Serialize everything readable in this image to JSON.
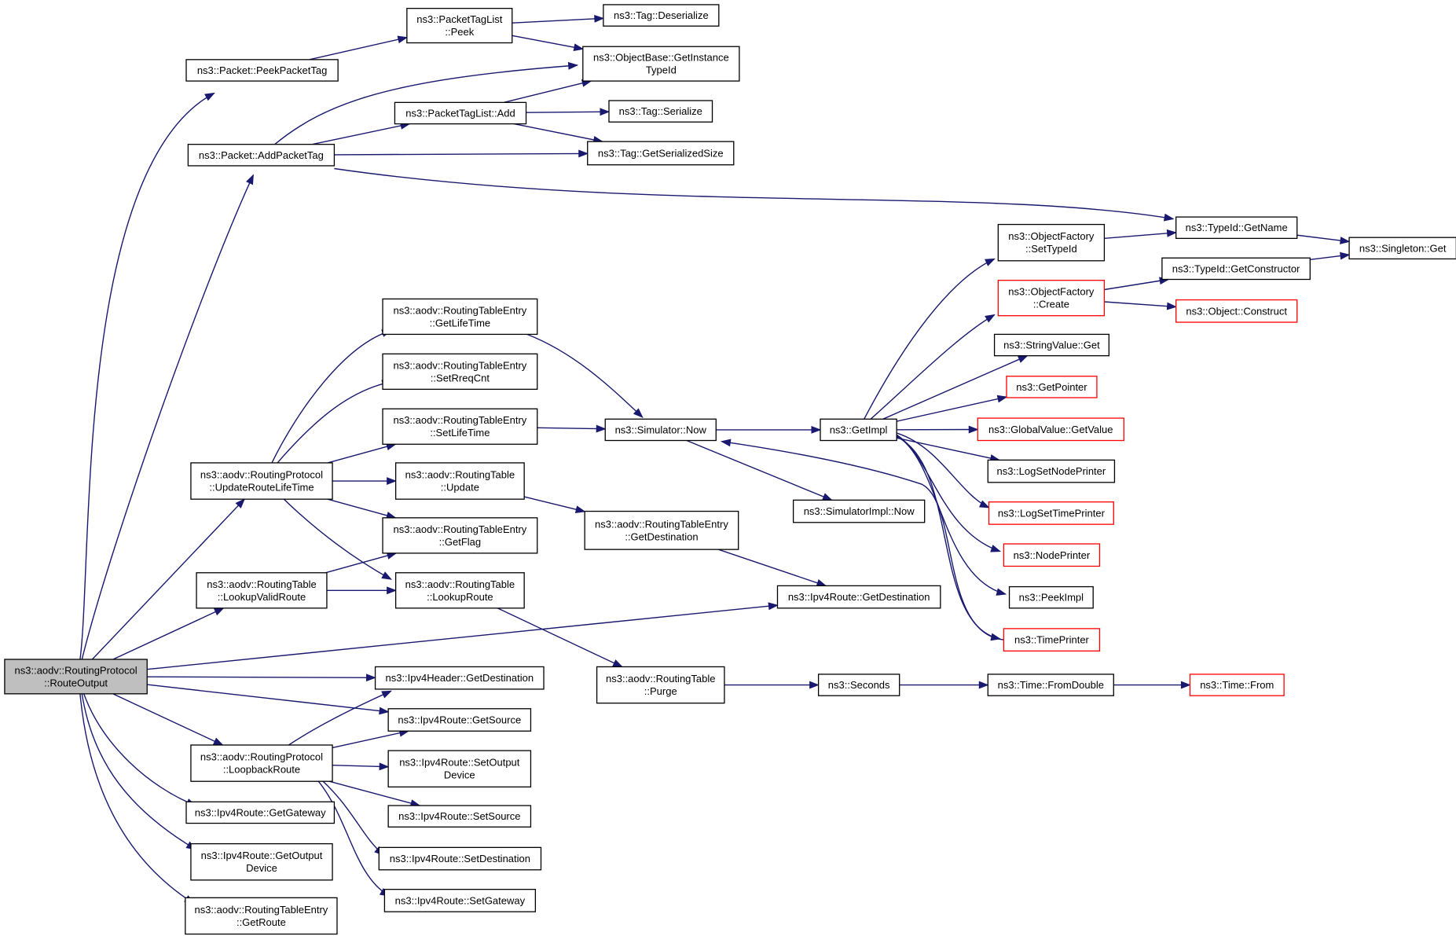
{
  "nodes": [
    {
      "id": "route_output",
      "lines": [
        "ns3::aodv::RoutingProtocol",
        "::RouteOutput"
      ],
      "root": true
    },
    {
      "id": "peek_packet_tag",
      "lines": [
        "ns3::Packet::PeekPacketTag"
      ]
    },
    {
      "id": "add_packet_tag",
      "lines": [
        "ns3::Packet::AddPacketTag"
      ]
    },
    {
      "id": "ptl_peek",
      "lines": [
        "ns3::PacketTagList",
        "::Peek"
      ]
    },
    {
      "id": "tag_deserialize",
      "lines": [
        "ns3::Tag::Deserialize"
      ]
    },
    {
      "id": "get_instance_typeid",
      "lines": [
        "ns3::ObjectBase::GetInstance",
        "TypeId"
      ]
    },
    {
      "id": "ptl_add",
      "lines": [
        "ns3::PacketTagList::Add"
      ]
    },
    {
      "id": "tag_serialize",
      "lines": [
        "ns3::Tag::Serialize"
      ]
    },
    {
      "id": "tag_get_serialized_size",
      "lines": [
        "ns3::Tag::GetSerializedSize"
      ]
    },
    {
      "id": "typeid_get_name",
      "lines": [
        "ns3::TypeId::GetName"
      ]
    },
    {
      "id": "singleton_get",
      "lines": [
        "ns3::Singleton::Get"
      ]
    },
    {
      "id": "of_set_typeid",
      "lines": [
        "ns3::ObjectFactory",
        "::SetTypeId"
      ]
    },
    {
      "id": "of_create",
      "lines": [
        "ns3::ObjectFactory",
        "::Create"
      ],
      "red": true
    },
    {
      "id": "typeid_get_constructor",
      "lines": [
        "ns3::TypeId::GetConstructor"
      ]
    },
    {
      "id": "object_construct",
      "lines": [
        "ns3::Object::Construct"
      ],
      "red": true
    },
    {
      "id": "stringvalue_get",
      "lines": [
        "ns3::StringValue::Get"
      ]
    },
    {
      "id": "get_pointer",
      "lines": [
        "ns3::GetPointer"
      ],
      "red": true
    },
    {
      "id": "globalvalue_getvalue",
      "lines": [
        "ns3::GlobalValue::GetValue"
      ],
      "red": true
    },
    {
      "id": "log_set_node_printer",
      "lines": [
        "ns3::LogSetNodePrinter"
      ]
    },
    {
      "id": "log_set_time_printer",
      "lines": [
        "ns3::LogSetTimePrinter"
      ],
      "red": true
    },
    {
      "id": "node_printer",
      "lines": [
        "ns3::NodePrinter"
      ],
      "red": true
    },
    {
      "id": "peek_impl",
      "lines": [
        "ns3::PeekImpl"
      ]
    },
    {
      "id": "time_printer",
      "lines": [
        "ns3::TimePrinter"
      ],
      "red": true
    },
    {
      "id": "get_impl",
      "lines": [
        "ns3::GetImpl"
      ]
    },
    {
      "id": "simulator_now",
      "lines": [
        "ns3::Simulator::Now"
      ]
    },
    {
      "id": "simulatorimpl_now",
      "lines": [
        "ns3::SimulatorImpl::Now"
      ]
    },
    {
      "id": "rte_get_lifetime",
      "lines": [
        "ns3::aodv::RoutingTableEntry",
        "::GetLifeTime"
      ]
    },
    {
      "id": "rte_set_rreqcnt",
      "lines": [
        "ns3::aodv::RoutingTableEntry",
        "::SetRreqCnt"
      ]
    },
    {
      "id": "rte_set_lifetime",
      "lines": [
        "ns3::aodv::RoutingTableEntry",
        "::SetLifeTime"
      ]
    },
    {
      "id": "rt_update",
      "lines": [
        "ns3::aodv::RoutingTable",
        "::Update"
      ]
    },
    {
      "id": "rte_get_flag",
      "lines": [
        "ns3::aodv::RoutingTableEntry",
        "::GetFlag"
      ]
    },
    {
      "id": "rt_lookup_route",
      "lines": [
        "ns3::aodv::RoutingTable",
        "::LookupRoute"
      ]
    },
    {
      "id": "rp_update_route_lifetime",
      "lines": [
        "ns3::aodv::RoutingProtocol",
        "::UpdateRouteLifeTime"
      ]
    },
    {
      "id": "rt_lookup_valid_route",
      "lines": [
        "ns3::aodv::RoutingTable",
        "::LookupValidRoute"
      ]
    },
    {
      "id": "rte_get_destination",
      "lines": [
        "ns3::aodv::RoutingTableEntry",
        "::GetDestination"
      ]
    },
    {
      "id": "ipv4route_get_destination",
      "lines": [
        "ns3::Ipv4Route::GetDestination"
      ]
    },
    {
      "id": "rt_purge",
      "lines": [
        "ns3::aodv::RoutingTable",
        "::Purge"
      ]
    },
    {
      "id": "seconds",
      "lines": [
        "ns3::Seconds"
      ]
    },
    {
      "id": "time_from_double",
      "lines": [
        "ns3::Time::FromDouble"
      ]
    },
    {
      "id": "time_from",
      "lines": [
        "ns3::Time::From"
      ],
      "red": true
    },
    {
      "id": "ipv4header_get_destination",
      "lines": [
        "ns3::Ipv4Header::GetDestination"
      ]
    },
    {
      "id": "ipv4route_get_source",
      "lines": [
        "ns3::Ipv4Route::GetSource"
      ]
    },
    {
      "id": "rp_loopback_route",
      "lines": [
        "ns3::aodv::RoutingProtocol",
        "::LoopbackRoute"
      ]
    },
    {
      "id": "ipv4route_set_output_device",
      "lines": [
        "ns3::Ipv4Route::SetOutput",
        "Device"
      ]
    },
    {
      "id": "ipv4route_set_source",
      "lines": [
        "ns3::Ipv4Route::SetSource"
      ]
    },
    {
      "id": "ipv4route_set_destination",
      "lines": [
        "ns3::Ipv4Route::SetDestination"
      ]
    },
    {
      "id": "ipv4route_set_gateway",
      "lines": [
        "ns3::Ipv4Route::SetGateway"
      ]
    },
    {
      "id": "ipv4route_get_gateway",
      "lines": [
        "ns3::Ipv4Route::GetGateway"
      ]
    },
    {
      "id": "ipv4route_get_output_device",
      "lines": [
        "ns3::Ipv4Route::GetOutput",
        "Device"
      ]
    },
    {
      "id": "rte_get_route",
      "lines": [
        "ns3::aodv::RoutingTableEntry",
        "::GetRoute"
      ]
    }
  ],
  "edges": [
    {
      "from": "route_output",
      "to": "peek_packet_tag"
    },
    {
      "from": "route_output",
      "to": "add_packet_tag"
    },
    {
      "from": "route_output",
      "to": "rp_update_route_lifetime"
    },
    {
      "from": "route_output",
      "to": "rt_lookup_valid_route"
    },
    {
      "from": "route_output",
      "to": "ipv4route_get_destination"
    },
    {
      "from": "route_output",
      "to": "ipv4header_get_destination"
    },
    {
      "from": "route_output",
      "to": "ipv4route_get_source"
    },
    {
      "from": "route_output",
      "to": "rp_loopback_route"
    },
    {
      "from": "route_output",
      "to": "ipv4route_get_gateway"
    },
    {
      "from": "route_output",
      "to": "ipv4route_get_output_device"
    },
    {
      "from": "route_output",
      "to": "rte_get_route"
    },
    {
      "from": "peek_packet_tag",
      "to": "ptl_peek"
    },
    {
      "from": "ptl_peek",
      "to": "tag_deserialize"
    },
    {
      "from": "ptl_peek",
      "to": "get_instance_typeid"
    },
    {
      "from": "add_packet_tag",
      "to": "get_instance_typeid"
    },
    {
      "from": "add_packet_tag",
      "to": "ptl_add"
    },
    {
      "from": "add_packet_tag",
      "to": "tag_get_serialized_size"
    },
    {
      "from": "add_packet_tag",
      "to": "typeid_get_name"
    },
    {
      "from": "ptl_add",
      "to": "get_instance_typeid"
    },
    {
      "from": "ptl_add",
      "to": "tag_serialize"
    },
    {
      "from": "ptl_add",
      "to": "tag_get_serialized_size"
    },
    {
      "from": "typeid_get_name",
      "to": "singleton_get"
    },
    {
      "from": "of_set_typeid",
      "to": "typeid_get_name"
    },
    {
      "from": "of_create",
      "to": "typeid_get_constructor"
    },
    {
      "from": "of_create",
      "to": "object_construct"
    },
    {
      "from": "typeid_get_constructor",
      "to": "singleton_get"
    },
    {
      "from": "rp_update_route_lifetime",
      "to": "rte_get_lifetime"
    },
    {
      "from": "rp_update_route_lifetime",
      "to": "rte_set_rreqcnt"
    },
    {
      "from": "rp_update_route_lifetime",
      "to": "rte_set_lifetime"
    },
    {
      "from": "rp_update_route_lifetime",
      "to": "rt_update"
    },
    {
      "from": "rp_update_route_lifetime",
      "to": "rte_get_flag"
    },
    {
      "from": "rp_update_route_lifetime",
      "to": "rt_lookup_route"
    },
    {
      "from": "rt_lookup_valid_route",
      "to": "rte_get_flag"
    },
    {
      "from": "rt_lookup_valid_route",
      "to": "rt_lookup_route"
    },
    {
      "from": "rte_get_lifetime",
      "to": "simulator_now"
    },
    {
      "from": "rte_set_lifetime",
      "to": "simulator_now"
    },
    {
      "from": "rt_update",
      "to": "rte_get_destination"
    },
    {
      "from": "rt_lookup_route",
      "to": "rt_purge"
    },
    {
      "from": "rte_get_destination",
      "to": "ipv4route_get_destination"
    },
    {
      "from": "simulator_now",
      "to": "get_impl"
    },
    {
      "from": "simulator_now",
      "to": "simulatorimpl_now"
    },
    {
      "from": "get_impl",
      "to": "of_set_typeid"
    },
    {
      "from": "get_impl",
      "to": "of_create"
    },
    {
      "from": "get_impl",
      "to": "stringvalue_get"
    },
    {
      "from": "get_impl",
      "to": "get_pointer"
    },
    {
      "from": "get_impl",
      "to": "globalvalue_getvalue"
    },
    {
      "from": "get_impl",
      "to": "log_set_node_printer"
    },
    {
      "from": "get_impl",
      "to": "log_set_time_printer"
    },
    {
      "from": "get_impl",
      "to": "node_printer"
    },
    {
      "from": "get_impl",
      "to": "peek_impl"
    },
    {
      "from": "get_impl",
      "to": "time_printer"
    },
    {
      "from": "time_printer",
      "to": "simulator_now"
    },
    {
      "from": "rt_purge",
      "to": "seconds"
    },
    {
      "from": "seconds",
      "to": "time_from_double"
    },
    {
      "from": "time_from_double",
      "to": "time_from"
    },
    {
      "from": "rp_loopback_route",
      "to": "ipv4header_get_destination"
    },
    {
      "from": "rp_loopback_route",
      "to": "ipv4route_get_source"
    },
    {
      "from": "rp_loopback_route",
      "to": "ipv4route_set_output_device"
    },
    {
      "from": "rp_loopback_route",
      "to": "ipv4route_set_source"
    },
    {
      "from": "rp_loopback_route",
      "to": "ipv4route_set_destination"
    },
    {
      "from": "rp_loopback_route",
      "to": "ipv4route_set_gateway"
    }
  ],
  "colors": {
    "edge": "#191970",
    "node_border": "#000000",
    "node_fill": "#ffffff",
    "root_fill": "#bfbfbf",
    "external_border": "#ff0000"
  }
}
